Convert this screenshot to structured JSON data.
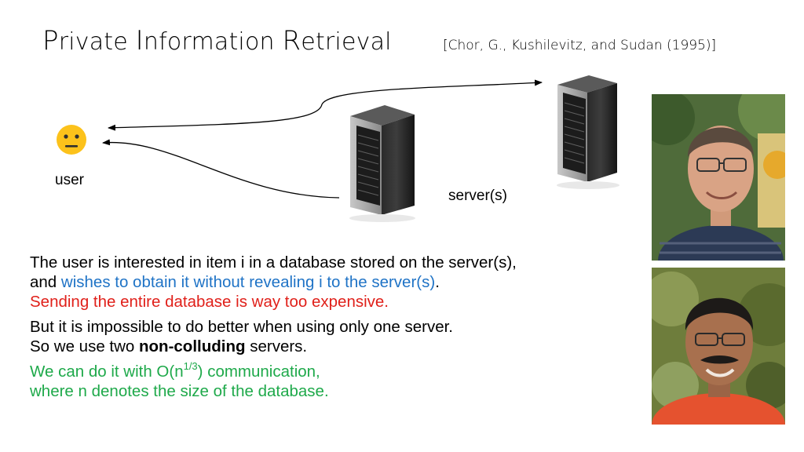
{
  "title": {
    "P": "P",
    "rivate": "rivate ",
    "I": "I",
    "nformation": "nformation ",
    "R": "R",
    "etrieval": "etrieval"
  },
  "citation": "[Chor, G., Kushilevitz, and Sudan (1995)]",
  "diagram": {
    "user_label": "user",
    "server_label": "server(s)",
    "user_icon": "neutral-face-emoji",
    "server_icon": "server-rack-icon"
  },
  "text": {
    "line1": "The user is interested in item i in a database stored on the server(s),",
    "line2_a": "and ",
    "line2_b": "wishes to obtain it without revealing i to the server(s)",
    "line2_c": ".",
    "line3": "Sending the entire database is way too expensive.",
    "line4": "But it is impossible to do better when using only one server.",
    "line5_a": "So we use two ",
    "line5_b": "non-colluding",
    "line5_c": " servers.",
    "line6_a": "We can do it with O(n",
    "line6_sup": "1/3",
    "line6_b": ") communication,",
    "line7": "where n denotes the size of the database."
  },
  "colors": {
    "blue": "#1f73c6",
    "red": "#e0201a",
    "green": "#1ea94a"
  }
}
